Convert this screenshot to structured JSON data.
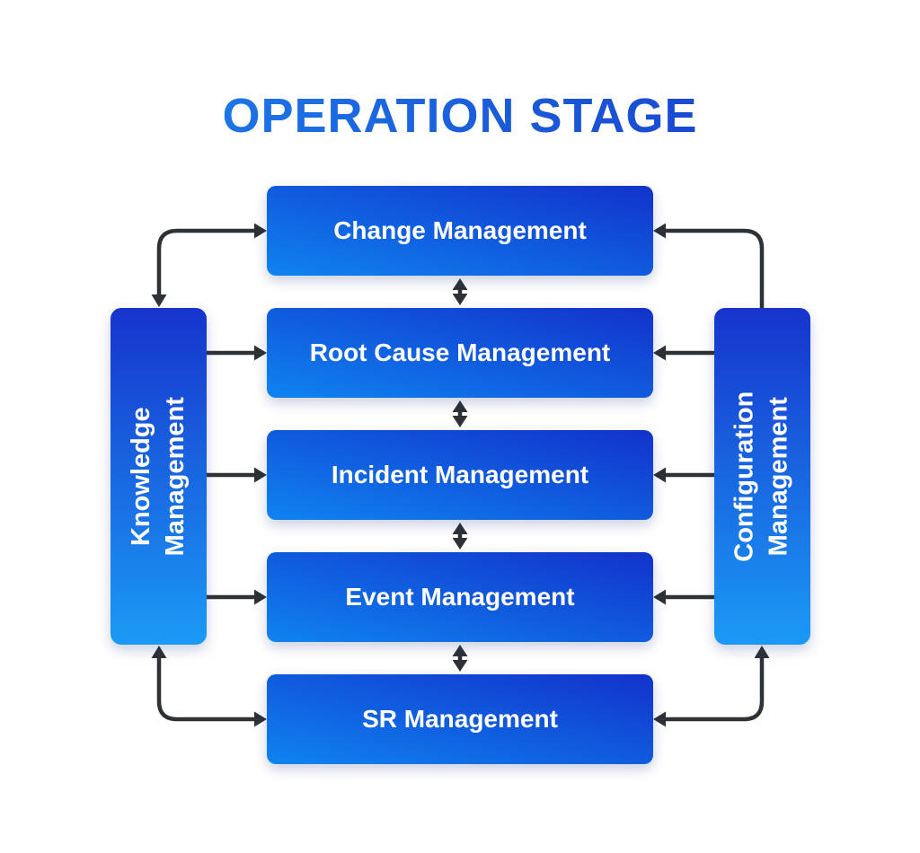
{
  "title": "OPERATION STAGE",
  "diagram": {
    "center_boxes": [
      {
        "label": "Change Management"
      },
      {
        "label": "Root Cause Management"
      },
      {
        "label": "Incident Management"
      },
      {
        "label": "Event Management"
      },
      {
        "label": "SR Management"
      }
    ],
    "left_box": {
      "label_line1": "Knowledge",
      "label_line2": "Management"
    },
    "right_box": {
      "label_line1": "Configuration",
      "label_line2": "Management"
    }
  },
  "colors": {
    "background": "#ffffff",
    "title_gradient_start": "#1e88f0",
    "title_gradient_end": "#1836c8",
    "center_box_gradient_light": "#0f83f0",
    "center_box_gradient_dark": "#1232cb",
    "side_box_gradient_top": "#1634cd",
    "side_box_gradient_bottom": "#1b9af5",
    "arrow_color": "#2e3237",
    "box_text_color": "#ffffff"
  }
}
